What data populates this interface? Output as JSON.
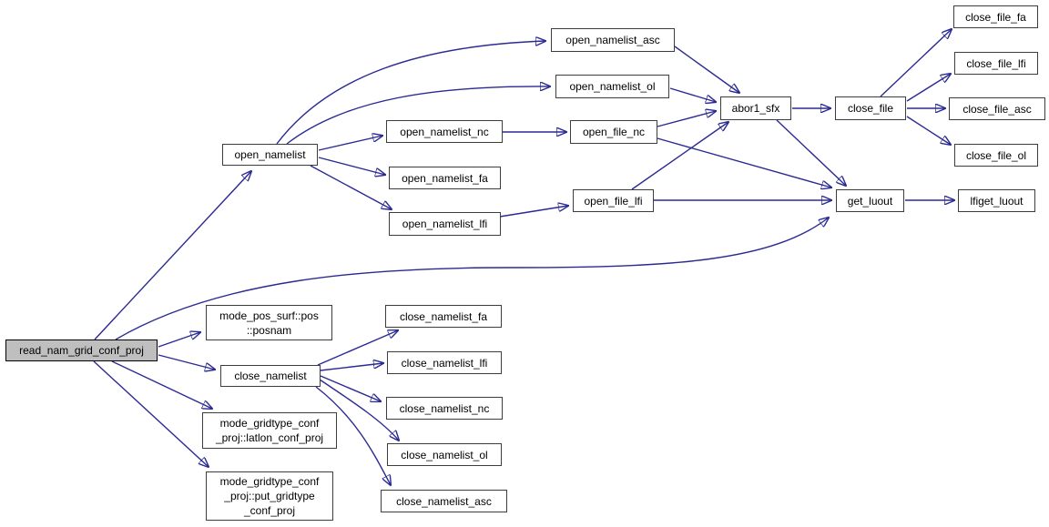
{
  "diagram": {
    "type": "doxygen-call-graph",
    "root_function": "read_nam_grid_conf_proj",
    "colors": {
      "edge": "#2a2a93",
      "node_border": "#3d3d3d",
      "node_fill": "#ffffff",
      "root_fill": "#bfbfbf",
      "root_border": "#000000",
      "background": "#ffffff",
      "text": "#000000"
    },
    "nodes": {
      "read_nam_grid_conf_proj": {
        "label": "read_nam_grid_conf_proj"
      },
      "open_namelist": {
        "label": "open_namelist"
      },
      "open_namelist_asc": {
        "label": "open_namelist_asc"
      },
      "open_namelist_ol": {
        "label": "open_namelist_ol"
      },
      "open_namelist_nc": {
        "label": "open_namelist_nc"
      },
      "open_namelist_fa": {
        "label": "open_namelist_fa"
      },
      "open_namelist_lfi": {
        "label": "open_namelist_lfi"
      },
      "open_file_nc": {
        "label": "open_file_nc"
      },
      "open_file_lfi": {
        "label": "open_file_lfi"
      },
      "abor1_sfx": {
        "label": "abor1_sfx"
      },
      "close_file": {
        "label": "close_file"
      },
      "get_luout": {
        "label": "get_luout"
      },
      "close_file_fa": {
        "label": "close_file_fa"
      },
      "close_file_lfi": {
        "label": "close_file_lfi"
      },
      "close_file_asc": {
        "label": "close_file_asc"
      },
      "close_file_ol": {
        "label": "close_file_ol"
      },
      "lfiget_luout": {
        "label": "lfiget_luout"
      },
      "posnam": {
        "lines": [
          "mode_pos_surf::pos",
          "::posnam"
        ]
      },
      "close_namelist": {
        "label": "close_namelist"
      },
      "latlon_conf_proj": {
        "lines": [
          "mode_gridtype_conf",
          "_proj::latlon_conf_proj"
        ]
      },
      "put_gridtype_conf_proj": {
        "lines": [
          "mode_gridtype_conf",
          "_proj::put_gridtype",
          "_conf_proj"
        ]
      },
      "close_namelist_fa": {
        "label": "close_namelist_fa"
      },
      "close_namelist_lfi": {
        "label": "close_namelist_lfi"
      },
      "close_namelist_nc": {
        "label": "close_namelist_nc"
      },
      "close_namelist_ol": {
        "label": "close_namelist_ol"
      },
      "close_namelist_asc": {
        "label": "close_namelist_asc"
      }
    },
    "edges": [
      {
        "from": "read_nam_grid_conf_proj",
        "to": "open_namelist"
      },
      {
        "from": "read_nam_grid_conf_proj",
        "to": "get_luout"
      },
      {
        "from": "read_nam_grid_conf_proj",
        "to": "posnam"
      },
      {
        "from": "read_nam_grid_conf_proj",
        "to": "close_namelist"
      },
      {
        "from": "read_nam_grid_conf_proj",
        "to": "latlon_conf_proj"
      },
      {
        "from": "read_nam_grid_conf_proj",
        "to": "put_gridtype_conf_proj"
      },
      {
        "from": "open_namelist",
        "to": "open_namelist_asc"
      },
      {
        "from": "open_namelist",
        "to": "open_namelist_ol"
      },
      {
        "from": "open_namelist",
        "to": "open_namelist_nc"
      },
      {
        "from": "open_namelist",
        "to": "open_namelist_fa"
      },
      {
        "from": "open_namelist",
        "to": "open_namelist_lfi"
      },
      {
        "from": "open_namelist_asc",
        "to": "abor1_sfx"
      },
      {
        "from": "open_namelist_ol",
        "to": "abor1_sfx"
      },
      {
        "from": "open_namelist_nc",
        "to": "open_file_nc"
      },
      {
        "from": "open_file_nc",
        "to": "abor1_sfx"
      },
      {
        "from": "open_file_nc",
        "to": "get_luout"
      },
      {
        "from": "open_namelist_lfi",
        "to": "open_file_lfi"
      },
      {
        "from": "open_file_lfi",
        "to": "abor1_sfx"
      },
      {
        "from": "open_file_lfi",
        "to": "get_luout"
      },
      {
        "from": "abor1_sfx",
        "to": "close_file"
      },
      {
        "from": "abor1_sfx",
        "to": "get_luout"
      },
      {
        "from": "close_file",
        "to": "close_file_fa"
      },
      {
        "from": "close_file",
        "to": "close_file_lfi"
      },
      {
        "from": "close_file",
        "to": "close_file_asc"
      },
      {
        "from": "close_file",
        "to": "close_file_ol"
      },
      {
        "from": "get_luout",
        "to": "lfiget_luout"
      },
      {
        "from": "close_namelist",
        "to": "close_namelist_fa"
      },
      {
        "from": "close_namelist",
        "to": "close_namelist_lfi"
      },
      {
        "from": "close_namelist",
        "to": "close_namelist_nc"
      },
      {
        "from": "close_namelist",
        "to": "close_namelist_ol"
      },
      {
        "from": "close_namelist",
        "to": "close_namelist_asc"
      }
    ]
  }
}
